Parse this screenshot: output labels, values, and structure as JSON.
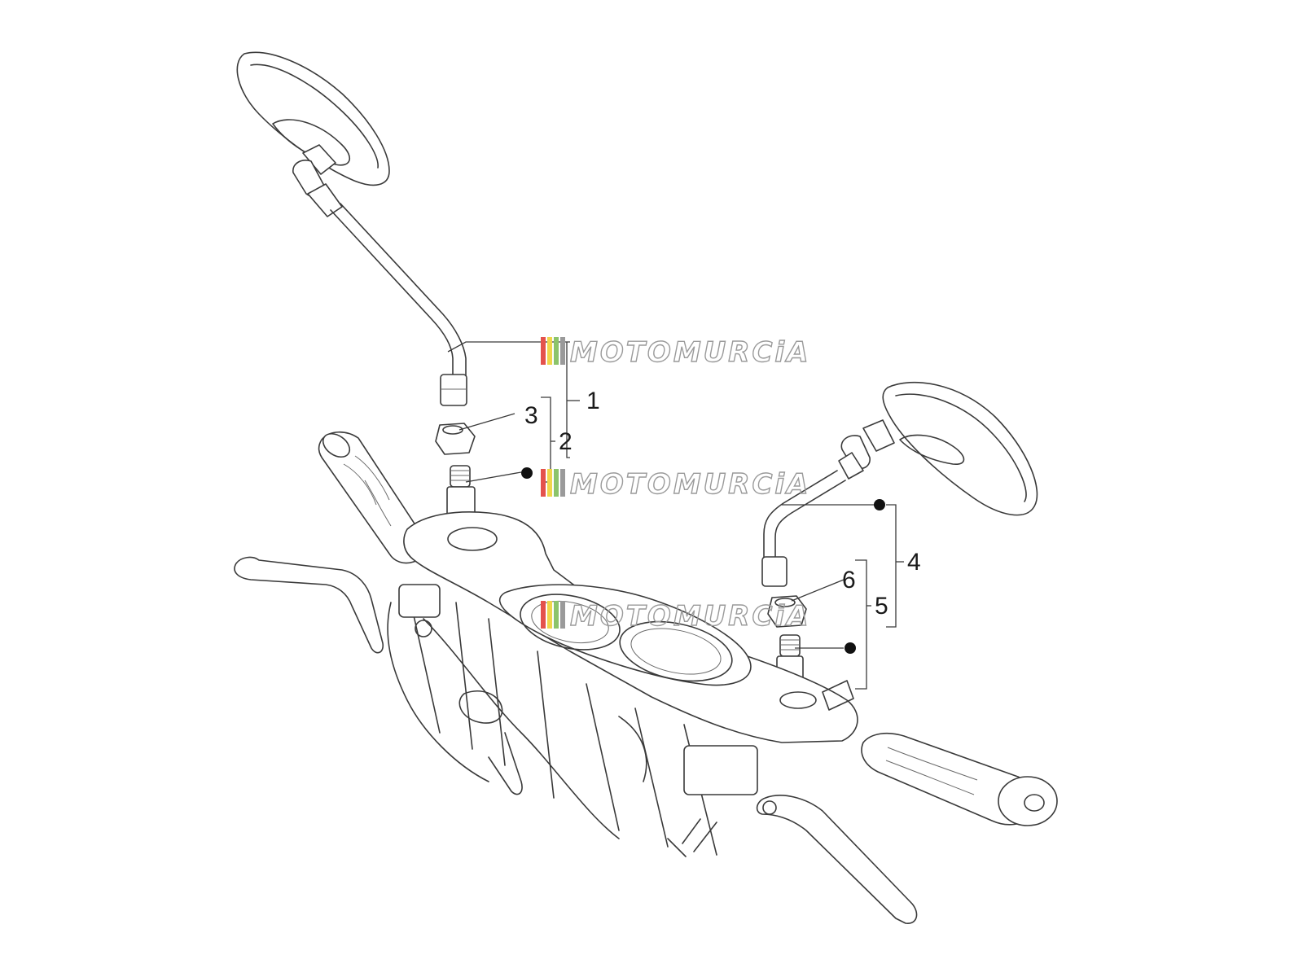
{
  "diagram": {
    "callouts": [
      {
        "label": "1"
      },
      {
        "label": "2"
      },
      {
        "label": "3"
      },
      {
        "label": "4"
      },
      {
        "label": "5"
      },
      {
        "label": "6"
      }
    ],
    "watermark": {
      "text": "MOTOMURCiA",
      "stripe_colors": [
        "#e4524c",
        "#f0d64a",
        "#8cc46a",
        "#9a9a9a"
      ]
    }
  }
}
